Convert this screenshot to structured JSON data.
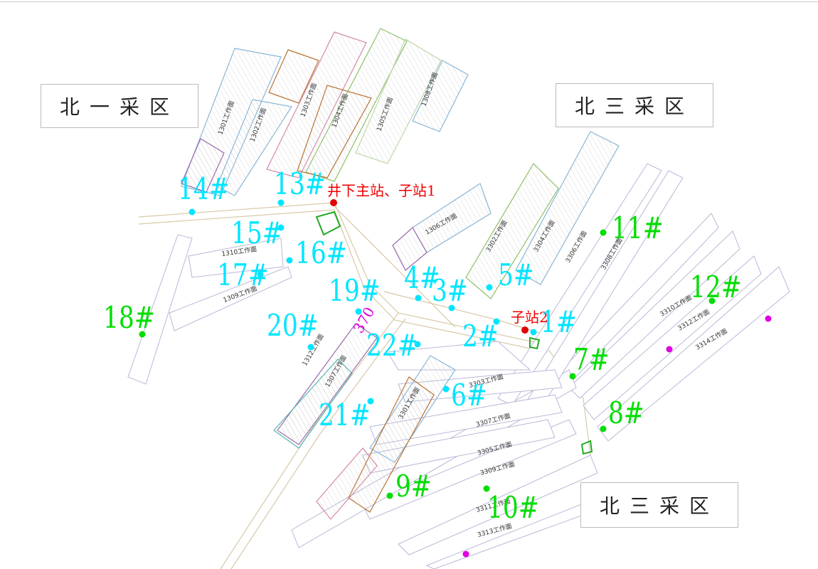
{
  "areas": {
    "north1": "北一采区",
    "north3_top": "北三采区",
    "north3_bottom": "北三采区"
  },
  "stations": {
    "main": "井下主站、子站1",
    "sub2": "子站2",
    "code370": "370"
  },
  "sensors": [
    {
      "id": "1#",
      "color": "cyan"
    },
    {
      "id": "2#",
      "color": "cyan"
    },
    {
      "id": "3#",
      "color": "cyan"
    },
    {
      "id": "4#",
      "color": "cyan"
    },
    {
      "id": "5#",
      "color": "cyan"
    },
    {
      "id": "6#",
      "color": "cyan"
    },
    {
      "id": "7#",
      "color": "green"
    },
    {
      "id": "8#",
      "color": "green"
    },
    {
      "id": "9#",
      "color": "green"
    },
    {
      "id": "10#",
      "color": "green"
    },
    {
      "id": "11#",
      "color": "green"
    },
    {
      "id": "12#",
      "color": "green"
    },
    {
      "id": "13#",
      "color": "cyan"
    },
    {
      "id": "14#",
      "color": "cyan"
    },
    {
      "id": "15#",
      "color": "cyan"
    },
    {
      "id": "16#",
      "color": "cyan"
    },
    {
      "id": "17#",
      "color": "cyan"
    },
    {
      "id": "18#",
      "color": "green"
    },
    {
      "id": "19#",
      "color": "cyan"
    },
    {
      "id": "20#",
      "color": "cyan"
    },
    {
      "id": "21#",
      "color": "cyan"
    },
    {
      "id": "22#",
      "color": "cyan"
    }
  ],
  "workfaces": {
    "f1301": "1301工作面",
    "f1302": "1302工作面",
    "f1303": "1303工作面",
    "f1304": "1304工作面",
    "f1305": "1305工作面",
    "f1306": "1306工作面",
    "f1307": "1307工作面",
    "f1308": "1308工作面",
    "f1309": "1309工作面",
    "f1310": "1310工作面",
    "f1312": "1312工作面",
    "f3301": "3301工作面",
    "f3302": "3302工作面",
    "f3303": "3303工作面",
    "f3304": "3304工作面",
    "f3305": "3305工作面",
    "f3306": "3306工作面",
    "f3307": "3307工作面",
    "f3308": "3308工作面",
    "f3309": "3309工作面",
    "f3310": "3310工作面",
    "f3311": "3311工作面",
    "f3312": "3312工作面",
    "f3313": "3313工作面",
    "f3314": "3314工作面"
  },
  "colors": {
    "cyan_sensor": "#00e5ff",
    "green_sensor": "#00dd00",
    "station": "#e00000",
    "magenta_point": "#e000e0"
  }
}
